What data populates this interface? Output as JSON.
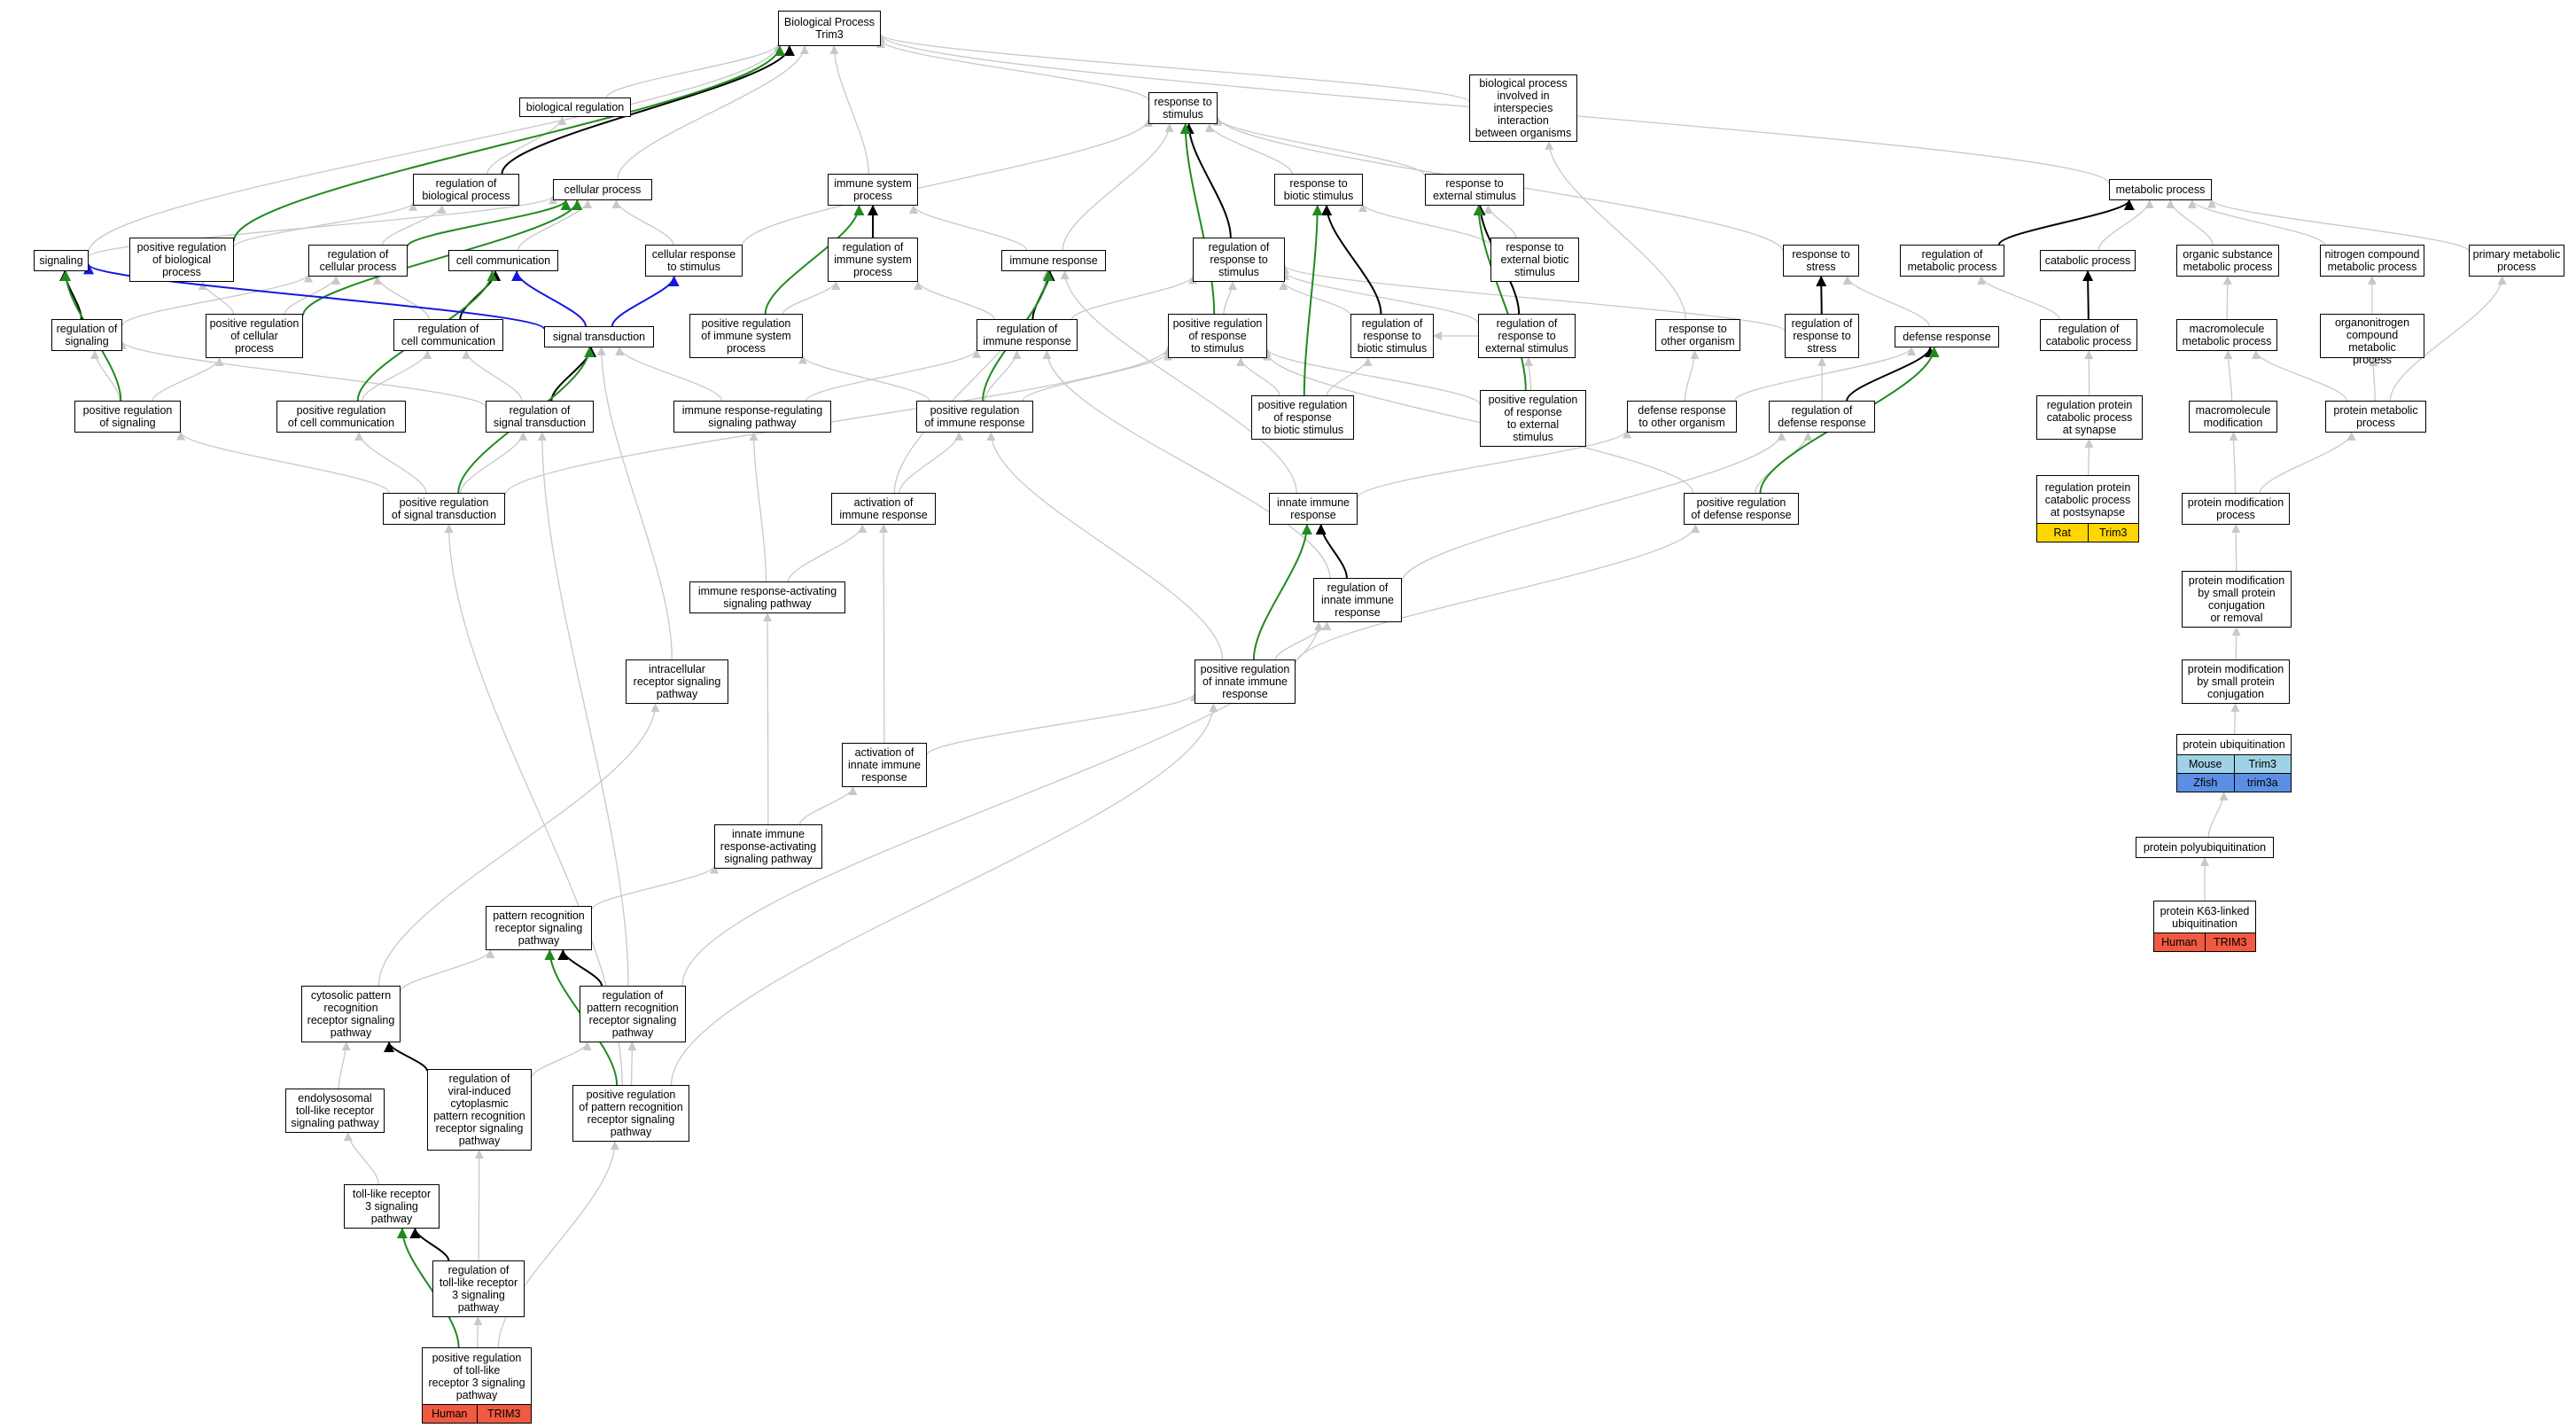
{
  "colors": {
    "gray": "#c8c8c8",
    "black": "#000000",
    "green": "#1f8a1f",
    "blue": "#1515e6",
    "Human": "#f05a41",
    "Rat": "#ffd700",
    "Mouse": "#9fd2e6",
    "Zfish": "#5b8fe3"
  },
  "nodes": [
    {
      "id": "bp",
      "label": "Biological Process\nTrim3"
    },
    {
      "id": "bioreg",
      "label": "biological regulation"
    },
    {
      "id": "resp_stim",
      "label": "response to\nstimulus"
    },
    {
      "id": "interspecies",
      "label": "biological process\ninvolved in\ninterspecies\ninteraction\nbetween organisms"
    },
    {
      "id": "metabolic",
      "label": "metabolic process"
    },
    {
      "id": "reg_bp",
      "label": "regulation of\nbiological process"
    },
    {
      "id": "cellular",
      "label": "cellular process"
    },
    {
      "id": "immune_sys",
      "label": "immune system\nprocess"
    },
    {
      "id": "resp_biotic",
      "label": "response to\nbiotic stimulus"
    },
    {
      "id": "resp_ext",
      "label": "response to\nexternal stimulus"
    },
    {
      "id": "signaling",
      "label": "signaling"
    },
    {
      "id": "pos_reg_bp",
      "label": "positive regulation\nof biological\nprocess"
    },
    {
      "id": "reg_cellular",
      "label": "regulation of\ncellular process"
    },
    {
      "id": "cell_comm",
      "label": "cell communication"
    },
    {
      "id": "cell_resp_stim",
      "label": "cellular response\nto stimulus"
    },
    {
      "id": "reg_immune_sys",
      "label": "regulation of\nimmune system\nprocess"
    },
    {
      "id": "immune_resp",
      "label": "immune response"
    },
    {
      "id": "reg_resp_stim",
      "label": "regulation of\nresponse to\nstimulus"
    },
    {
      "id": "resp_ext_biotic",
      "label": "response to\nexternal biotic\nstimulus"
    },
    {
      "id": "resp_stress",
      "label": "response to\nstress"
    },
    {
      "id": "reg_metabolic",
      "label": "regulation of\nmetabolic process"
    },
    {
      "id": "catabolic",
      "label": "catabolic process"
    },
    {
      "id": "organic_sub",
      "label": "organic substance\nmetabolic process"
    },
    {
      "id": "nitrogen",
      "label": "nitrogen compound\nmetabolic process"
    },
    {
      "id": "primary_met",
      "label": "primary metabolic\nprocess"
    },
    {
      "id": "reg_signaling",
      "label": "regulation of\nsignaling"
    },
    {
      "id": "pos_reg_cellular",
      "label": "positive regulation\nof cellular\nprocess"
    },
    {
      "id": "reg_cell_comm",
      "label": "regulation of\ncell communication"
    },
    {
      "id": "sig_trans",
      "label": "signal transduction"
    },
    {
      "id": "pos_reg_immune_sys",
      "label": "positive regulation\nof immune system\nprocess"
    },
    {
      "id": "reg_immune_resp",
      "label": "regulation of\nimmune response"
    },
    {
      "id": "pos_reg_resp_stim",
      "label": "positive regulation\nof response\nto stimulus"
    },
    {
      "id": "reg_resp_biotic",
      "label": "regulation of\nresponse to\nbiotic stimulus"
    },
    {
      "id": "reg_resp_ext",
      "label": "regulation of\nresponse to\nexternal stimulus"
    },
    {
      "id": "def_resp_other",
      "label": "response to\nother organism"
    },
    {
      "id": "reg_resp_stress",
      "label": "regulation of\nresponse to\nstress"
    },
    {
      "id": "defense",
      "label": "defense response"
    },
    {
      "id": "reg_catabolic",
      "label": "regulation of\ncatabolic process"
    },
    {
      "id": "macromol_met",
      "label": "macromolecule\nmetabolic process"
    },
    {
      "id": "organonitrogen",
      "label": "organonitrogen\ncompound metabolic\nprocess"
    },
    {
      "id": "pos_reg_signaling",
      "label": "positive regulation\nof signaling"
    },
    {
      "id": "pos_reg_cell_comm",
      "label": "positive regulation\nof cell communication"
    },
    {
      "id": "reg_sig_trans",
      "label": "regulation of\nsignal transduction"
    },
    {
      "id": "ir_reg_sig",
      "label": "immune response-regulating\nsignaling pathway"
    },
    {
      "id": "pos_reg_immune_resp",
      "label": "positive regulation\nof immune response"
    },
    {
      "id": "pos_reg_resp_biotic",
      "label": "positive regulation\nof response\nto biotic stimulus"
    },
    {
      "id": "pos_reg_resp_ext",
      "label": "positive regulation\nof response\nto external\nstimulus"
    },
    {
      "id": "def_resp_other_org",
      "label": "defense response\nto other organism"
    },
    {
      "id": "reg_def_resp",
      "label": "regulation of\ndefense response"
    },
    {
      "id": "reg_prot_cat",
      "label": "regulation protein\ncatabolic process\nat synapse"
    },
    {
      "id": "macromol_mod",
      "label": "macromolecule\nmodification"
    },
    {
      "id": "protein_met",
      "label": "protein metabolic\nprocess"
    },
    {
      "id": "pos_reg_sig_trans",
      "label": "positive regulation\nof signal transduction"
    },
    {
      "id": "act_immune",
      "label": "activation of\nimmune response"
    },
    {
      "id": "innate",
      "label": "innate immune\nresponse"
    },
    {
      "id": "pos_reg_def",
      "label": "positive regulation\nof defense response"
    },
    {
      "id": "reg_prot_cat_syn",
      "label": "regulation protein\ncatabolic process\nat postsynapse",
      "tags": [
        [
          "Rat",
          "Trim3"
        ]
      ]
    },
    {
      "id": "prot_mod",
      "label": "protein modification\nprocess"
    },
    {
      "id": "ir_act_sig",
      "label": "immune response-activating\nsignaling pathway"
    },
    {
      "id": "reg_innate",
      "label": "regulation of\ninnate immune\nresponse"
    },
    {
      "id": "prot_mod_conj",
      "label": "protein modification\nby small protein\nconjugation\nor removal"
    },
    {
      "id": "intracell_rec",
      "label": "intracellular\nreceptor signaling\npathway"
    },
    {
      "id": "pos_reg_innate",
      "label": "positive regulation\nof innate immune\nresponse"
    },
    {
      "id": "prot_mod_small",
      "label": "protein modification\nby small protein\nconjugation"
    },
    {
      "id": "act_innate",
      "label": "activation of\ninnate immune\nresponse"
    },
    {
      "id": "prot_ubiq",
      "label": "protein ubiquitination",
      "tags": [
        [
          "Mouse",
          "Trim3"
        ],
        [
          "Zfish",
          "trim3a"
        ]
      ]
    },
    {
      "id": "innate_act_sig",
      "label": "innate immune\nresponse-activating\nsignaling pathway"
    },
    {
      "id": "prot_polyubiq",
      "label": "protein polyubiquitination"
    },
    {
      "id": "prr_sig",
      "label": "pattern recognition\nreceptor signaling\npathway"
    },
    {
      "id": "prot_k63",
      "label": "protein K63-linked\nubiquitination",
      "tags": [
        [
          "Human",
          "TRIM3"
        ]
      ]
    },
    {
      "id": "cyto_prr",
      "label": "cytosolic pattern\nrecognition\nreceptor signaling\npathway"
    },
    {
      "id": "reg_prr",
      "label": "regulation of\npattern recognition\nreceptor signaling\npathway"
    },
    {
      "id": "endolyso",
      "label": "endolysosomal\ntoll-like receptor\nsignaling pathway"
    },
    {
      "id": "reg_viral",
      "label": "regulation of\nviral-induced\ncytoplasmic\npattern recognition\nreceptor signaling\npathway"
    },
    {
      "id": "pos_reg_prr",
      "label": "positive regulation\nof pattern recognition\nreceptor signaling\npathway"
    },
    {
      "id": "tlr3",
      "label": "toll-like receptor\n3 signaling\npathway"
    },
    {
      "id": "reg_tlr3",
      "label": "regulation of\ntoll-like receptor\n3 signaling\npathway"
    },
    {
      "id": "pos_reg_tlr3",
      "label": "positive regulation\nof toll-like\nreceptor 3 signaling\npathway",
      "tags": [
        [
          "Human",
          "TRIM3"
        ]
      ]
    }
  ],
  "edges": [
    [
      "bioreg",
      "bp",
      "gray"
    ],
    [
      "reg_bp",
      "bp",
      "black"
    ],
    [
      "cellular",
      "bp",
      "gray"
    ],
    [
      "immune_sys",
      "bp",
      "gray"
    ],
    [
      "resp_stim",
      "bp",
      "gray"
    ],
    [
      "interspecies",
      "bp",
      "gray"
    ],
    [
      "metabolic",
      "bp",
      "gray"
    ],
    [
      "pos_reg_bp",
      "bp",
      "green"
    ],
    [
      "signaling",
      "bp",
      "gray"
    ],
    [
      "reg_bp",
      "bioreg",
      "gray"
    ],
    [
      "pos_reg_bp",
      "reg_bp",
      "gray"
    ],
    [
      "reg_cellular",
      "reg_bp",
      "gray"
    ],
    [
      "signaling",
      "cellular",
      "gray"
    ],
    [
      "cell_comm",
      "cellular",
      "gray"
    ],
    [
      "cell_resp_stim",
      "cellular",
      "gray"
    ],
    [
      "pos_reg_cellular",
      "cellular",
      "green"
    ],
    [
      "reg_immune_sys",
      "immune_sys",
      "black"
    ],
    [
      "immune_resp",
      "immune_sys",
      "gray"
    ],
    [
      "pos_reg_immune_sys",
      "immune_sys",
      "green"
    ],
    [
      "resp_biotic",
      "resp_stim",
      "gray"
    ],
    [
      "resp_ext",
      "resp_stim",
      "gray"
    ],
    [
      "resp_stress",
      "resp_stim",
      "gray"
    ],
    [
      "reg_resp_stim",
      "resp_stim",
      "black"
    ],
    [
      "pos_reg_resp_stim",
      "resp_stim",
      "green"
    ],
    [
      "immune_resp",
      "resp_stim",
      "gray"
    ],
    [
      "cell_resp_stim",
      "resp_stim",
      "gray"
    ],
    [
      "resp_ext_biotic",
      "resp_biotic",
      "gray"
    ],
    [
      "reg_resp_biotic",
      "resp_biotic",
      "black"
    ],
    [
      "pos_reg_resp_biotic",
      "resp_biotic",
      "green"
    ],
    [
      "resp_ext_biotic",
      "resp_ext",
      "gray"
    ],
    [
      "reg_resp_ext",
      "resp_ext",
      "black"
    ],
    [
      "pos_reg_resp_ext",
      "resp_ext",
      "green"
    ],
    [
      "def_resp_other",
      "interspecies",
      "gray"
    ],
    [
      "reg_metabolic",
      "metabolic",
      "black"
    ],
    [
      "catabolic",
      "metabolic",
      "gray"
    ],
    [
      "organic_sub",
      "metabolic",
      "gray"
    ],
    [
      "nitrogen",
      "metabolic",
      "gray"
    ],
    [
      "primary_met",
      "metabolic",
      "gray"
    ],
    [
      "reg_catabolic",
      "catabolic",
      "black"
    ],
    [
      "reg_catabolic",
      "reg_metabolic",
      "gray"
    ],
    [
      "macromol_met",
      "organic_sub",
      "gray"
    ],
    [
      "organonitrogen",
      "nitrogen",
      "gray"
    ],
    [
      "protein_met",
      "primary_met",
      "gray"
    ],
    [
      "protein_met",
      "organonitrogen",
      "gray"
    ],
    [
      "protein_met",
      "macromol_met",
      "gray"
    ],
    [
      "macromol_mod",
      "macromol_met",
      "gray"
    ],
    [
      "prot_mod",
      "macromol_mod",
      "gray"
    ],
    [
      "prot_mod",
      "protein_met",
      "gray"
    ],
    [
      "prot_mod_conj",
      "prot_mod",
      "gray"
    ],
    [
      "prot_mod_small",
      "prot_mod_conj",
      "gray"
    ],
    [
      "prot_ubiq",
      "prot_mod_small",
      "gray"
    ],
    [
      "prot_polyubiq",
      "prot_ubiq",
      "gray"
    ],
    [
      "prot_k63",
      "prot_polyubiq",
      "gray"
    ],
    [
      "reg_prot_cat",
      "reg_catabolic",
      "gray"
    ],
    [
      "reg_prot_cat_syn",
      "reg_prot_cat",
      "gray"
    ],
    [
      "reg_signaling",
      "signaling",
      "black"
    ],
    [
      "pos_reg_signaling",
      "signaling",
      "green"
    ],
    [
      "sig_trans",
      "signaling",
      "blue"
    ],
    [
      "sig_trans",
      "cell_comm",
      "blue"
    ],
    [
      "sig_trans",
      "cell_resp_stim",
      "blue"
    ],
    [
      "reg_cell_comm",
      "cell_comm",
      "black"
    ],
    [
      "reg_cellular",
      "cellular",
      "green"
    ],
    [
      "reg_signaling",
      "reg_cellular",
      "gray"
    ],
    [
      "reg_cell_comm",
      "reg_cellular",
      "gray"
    ],
    [
      "pos_reg_cellular",
      "reg_cellular",
      "gray"
    ],
    [
      "pos_reg_cellular",
      "pos_reg_bp",
      "gray"
    ],
    [
      "pos_reg_signaling",
      "reg_signaling",
      "gray"
    ],
    [
      "pos_reg_signaling",
      "pos_reg_cellular",
      "gray"
    ],
    [
      "pos_reg_cell_comm",
      "reg_cell_comm",
      "gray"
    ],
    [
      "pos_reg_cell_comm",
      "cell_comm",
      "green"
    ],
    [
      "reg_sig_trans",
      "sig_trans",
      "black"
    ],
    [
      "reg_sig_trans",
      "reg_cell_comm",
      "gray"
    ],
    [
      "reg_sig_trans",
      "reg_signaling",
      "gray"
    ],
    [
      "pos_reg_sig_trans",
      "reg_sig_trans",
      "gray"
    ],
    [
      "pos_reg_sig_trans",
      "sig_trans",
      "green"
    ],
    [
      "pos_reg_sig_trans",
      "pos_reg_signaling",
      "gray"
    ],
    [
      "pos_reg_sig_trans",
      "pos_reg_cell_comm",
      "gray"
    ],
    [
      "pos_reg_sig_trans",
      "pos_reg_resp_stim",
      "gray"
    ],
    [
      "reg_immune_resp",
      "immune_resp",
      "black"
    ],
    [
      "reg_immune_resp",
      "reg_immune_sys",
      "gray"
    ],
    [
      "reg_immune_resp",
      "reg_resp_stim",
      "gray"
    ],
    [
      "pos_reg_immune_resp",
      "reg_immune_resp",
      "gray"
    ],
    [
      "pos_reg_immune_resp",
      "immune_resp",
      "green"
    ],
    [
      "pos_reg_immune_resp",
      "pos_reg_immune_sys",
      "gray"
    ],
    [
      "pos_reg_immune_resp",
      "pos_reg_resp_stim",
      "gray"
    ],
    [
      "pos_reg_immune_sys",
      "reg_immune_sys",
      "gray"
    ],
    [
      "ir_reg_sig",
      "sig_trans",
      "gray"
    ],
    [
      "ir_reg_sig",
      "reg_immune_resp",
      "gray"
    ],
    [
      "reg_resp_biotic",
      "reg_resp_stim",
      "gray"
    ],
    [
      "reg_resp_ext",
      "reg_resp_stim",
      "gray"
    ],
    [
      "reg_resp_stress",
      "reg_resp_stim",
      "gray"
    ],
    [
      "reg_resp_stress",
      "resp_stress",
      "black"
    ],
    [
      "pos_reg_resp_biotic",
      "reg_resp_biotic",
      "gray"
    ],
    [
      "pos_reg_resp_biotic",
      "pos_reg_resp_stim",
      "gray"
    ],
    [
      "pos_reg_resp_ext",
      "reg_resp_ext",
      "gray"
    ],
    [
      "pos_reg_resp_ext",
      "pos_reg_resp_stim",
      "gray"
    ],
    [
      "defense",
      "resp_stress",
      "gray"
    ],
    [
      "def_resp_other_org",
      "def_resp_other",
      "gray"
    ],
    [
      "def_resp_other_org",
      "defense",
      "gray"
    ],
    [
      "reg_def_resp",
      "defense",
      "black"
    ],
    [
      "reg_def_resp",
      "reg_resp_stress",
      "gray"
    ],
    [
      "pos_reg_def",
      "reg_def_resp",
      "gray"
    ],
    [
      "pos_reg_def",
      "defense",
      "green"
    ],
    [
      "pos_reg_def",
      "pos_reg_resp_stim",
      "gray"
    ],
    [
      "act_immune",
      "pos_reg_immune_resp",
      "gray"
    ],
    [
      "act_immune",
      "immune_resp",
      "gray"
    ],
    [
      "ir_act_sig",
      "act_immune",
      "gray"
    ],
    [
      "ir_act_sig",
      "ir_reg_sig",
      "gray"
    ],
    [
      "innate",
      "immune_resp",
      "gray"
    ],
    [
      "innate",
      "def_resp_other_org",
      "gray"
    ],
    [
      "reg_innate",
      "innate",
      "black"
    ],
    [
      "reg_innate",
      "reg_immune_resp",
      "gray"
    ],
    [
      "reg_innate",
      "reg_def_resp",
      "gray"
    ],
    [
      "pos_reg_innate",
      "reg_innate",
      "gray"
    ],
    [
      "pos_reg_innate",
      "innate",
      "green"
    ],
    [
      "pos_reg_innate",
      "pos_reg_immune_resp",
      "gray"
    ],
    [
      "pos_reg_innate",
      "pos_reg_def",
      "gray"
    ],
    [
      "act_innate",
      "pos_reg_innate",
      "gray"
    ],
    [
      "act_innate",
      "act_immune",
      "gray"
    ],
    [
      "innate_act_sig",
      "act_innate",
      "gray"
    ],
    [
      "innate_act_sig",
      "ir_act_sig",
      "gray"
    ],
    [
      "prr_sig",
      "innate_act_sig",
      "gray"
    ],
    [
      "intracell_rec",
      "sig_trans",
      "gray"
    ],
    [
      "cyto_prr",
      "prr_sig",
      "gray"
    ],
    [
      "cyto_prr",
      "intracell_rec",
      "gray"
    ],
    [
      "reg_prr",
      "prr_sig",
      "black"
    ],
    [
      "reg_prr",
      "reg_sig_trans",
      "gray"
    ],
    [
      "reg_prr",
      "reg_innate",
      "gray"
    ],
    [
      "pos_reg_prr",
      "reg_prr",
      "gray"
    ],
    [
      "pos_reg_prr",
      "prr_sig",
      "green"
    ],
    [
      "pos_reg_prr",
      "pos_reg_innate",
      "gray"
    ],
    [
      "pos_reg_prr",
      "pos_reg_sig_trans",
      "gray"
    ],
    [
      "reg_viral",
      "cyto_prr",
      "black"
    ],
    [
      "reg_viral",
      "reg_prr",
      "gray"
    ],
    [
      "endolyso",
      "cyto_prr",
      "gray"
    ],
    [
      "tlr3",
      "endolyso",
      "gray"
    ],
    [
      "reg_tlr3",
      "tlr3",
      "black"
    ],
    [
      "reg_tlr3",
      "reg_viral",
      "gray"
    ],
    [
      "pos_reg_tlr3",
      "reg_tlr3",
      "gray"
    ],
    [
      "pos_reg_tlr3",
      "tlr3",
      "green"
    ],
    [
      "pos_reg_tlr3",
      "pos_reg_prr",
      "gray"
    ],
    [
      "reg_resp_ext",
      "reg_resp_biotic",
      "gray"
    ],
    [
      "pos_reg_resp_stim",
      "reg_resp_stim",
      "gray"
    ]
  ]
}
